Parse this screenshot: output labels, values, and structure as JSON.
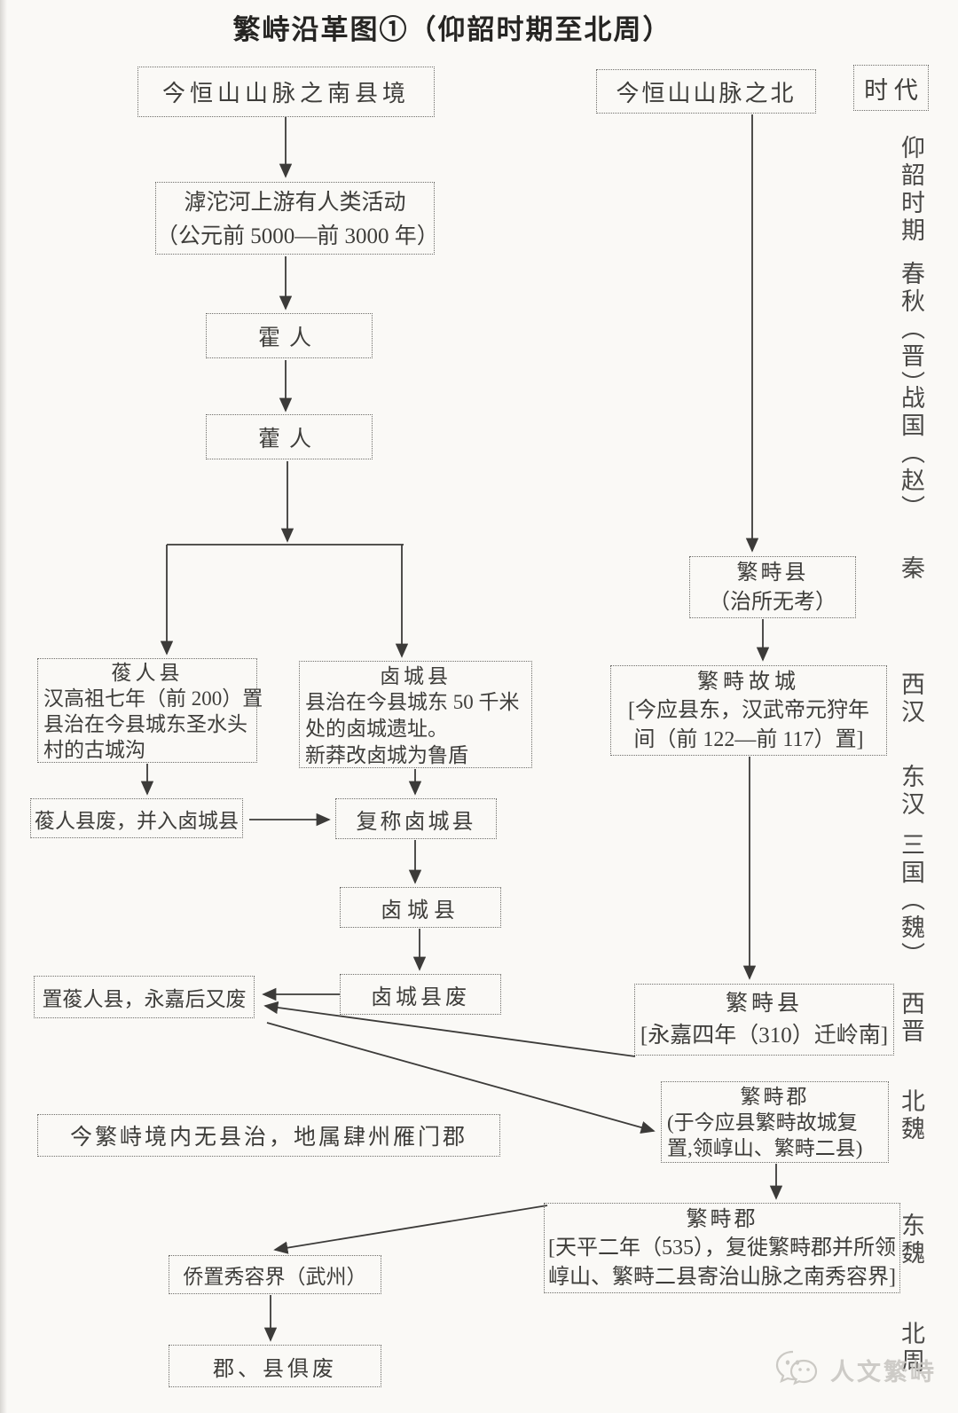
{
  "title": "繁峙沿革图①（仰韶时期至北周）",
  "columns": {
    "south_header": "今恒山山脉之南县境",
    "north_header": "今恒山山脉之北",
    "era_header": "时 代"
  },
  "eras": [
    {
      "id": "yangshao",
      "label": "仰韶时期"
    },
    {
      "id": "chunqiu",
      "label": "春秋（晋）"
    },
    {
      "id": "zhanguo",
      "label": "战国（赵）"
    },
    {
      "id": "qin",
      "label": "秦"
    },
    {
      "id": "xihan",
      "label": "西汉"
    },
    {
      "id": "donghan",
      "label": "东汉"
    },
    {
      "id": "sanguo",
      "label": "三国（魏）"
    },
    {
      "id": "xijin",
      "label": "西晋"
    },
    {
      "id": "beiwei",
      "label": "北魏"
    },
    {
      "id": "dongwei",
      "label": "东魏"
    },
    {
      "id": "beizhou",
      "label": "北周"
    }
  ],
  "boxes": {
    "river": {
      "lines": [
        "滹沱河上游有人类活动",
        "（公元前 5000—前 3000 年）"
      ]
    },
    "huoren1": {
      "lines": [
        "霍人"
      ]
    },
    "huoren2": {
      "lines": [
        "藿人"
      ]
    },
    "suirenxian": {
      "title": "葰人县",
      "lines": [
        "汉高祖七年（前 200）置",
        "县治在今县城东圣水头",
        "村的古城沟"
      ]
    },
    "luchengxian": {
      "title": "卤城县",
      "lines": [
        "县治在今县城东 50 千米",
        "处的卤城遗址。",
        "新莽改卤城为鲁盾"
      ]
    },
    "suirenfei": {
      "lines": [
        "葰人县废，并入卤城县"
      ]
    },
    "fuchenglucheng": {
      "lines": [
        "复称卤城县"
      ]
    },
    "lucheng2": {
      "lines": [
        "卤城县"
      ]
    },
    "luchengfei": {
      "lines": [
        "卤城县废"
      ]
    },
    "zhisuirenxian": {
      "lines": [
        "置葰人县，永嘉后又废"
      ]
    },
    "wuxianzhi": {
      "lines": [
        "今繁峙境内无县治，地属肆州雁门郡"
      ]
    },
    "fanzhixian_qin": {
      "title": "繁畤县",
      "lines": [
        "（治所无考）"
      ]
    },
    "fanzhigucheng": {
      "title": "繁畤故城",
      "lines": [
        "[今应县东，汉武帝元狩年",
        "间（前 122—前 117）置]"
      ]
    },
    "fanzhixian_xijin": {
      "title": "繁畤县",
      "lines": [
        "[永嘉四年（310）迁岭南]"
      ]
    },
    "fanzhijun_beiwei": {
      "title": "繁畤郡",
      "lines": [
        "(于今应县繁畤故城复",
        "置,领崞山、繁畤二县)"
      ]
    },
    "fanzhijun_dongwei": {
      "title": "繁畤郡",
      "lines": [
        "[天平二年（535），复徙繁畤郡并所领",
        "崞山、繁畤二县寄治山脉之南秀容界]"
      ]
    },
    "qiaozhixiurong": {
      "lines": [
        "侨置秀容界（武州）"
      ]
    },
    "junxianjufei": {
      "lines": [
        "郡、县俱废"
      ]
    }
  },
  "watermark": {
    "text": "人文繁峙",
    "icon": "wechat-icon"
  }
}
